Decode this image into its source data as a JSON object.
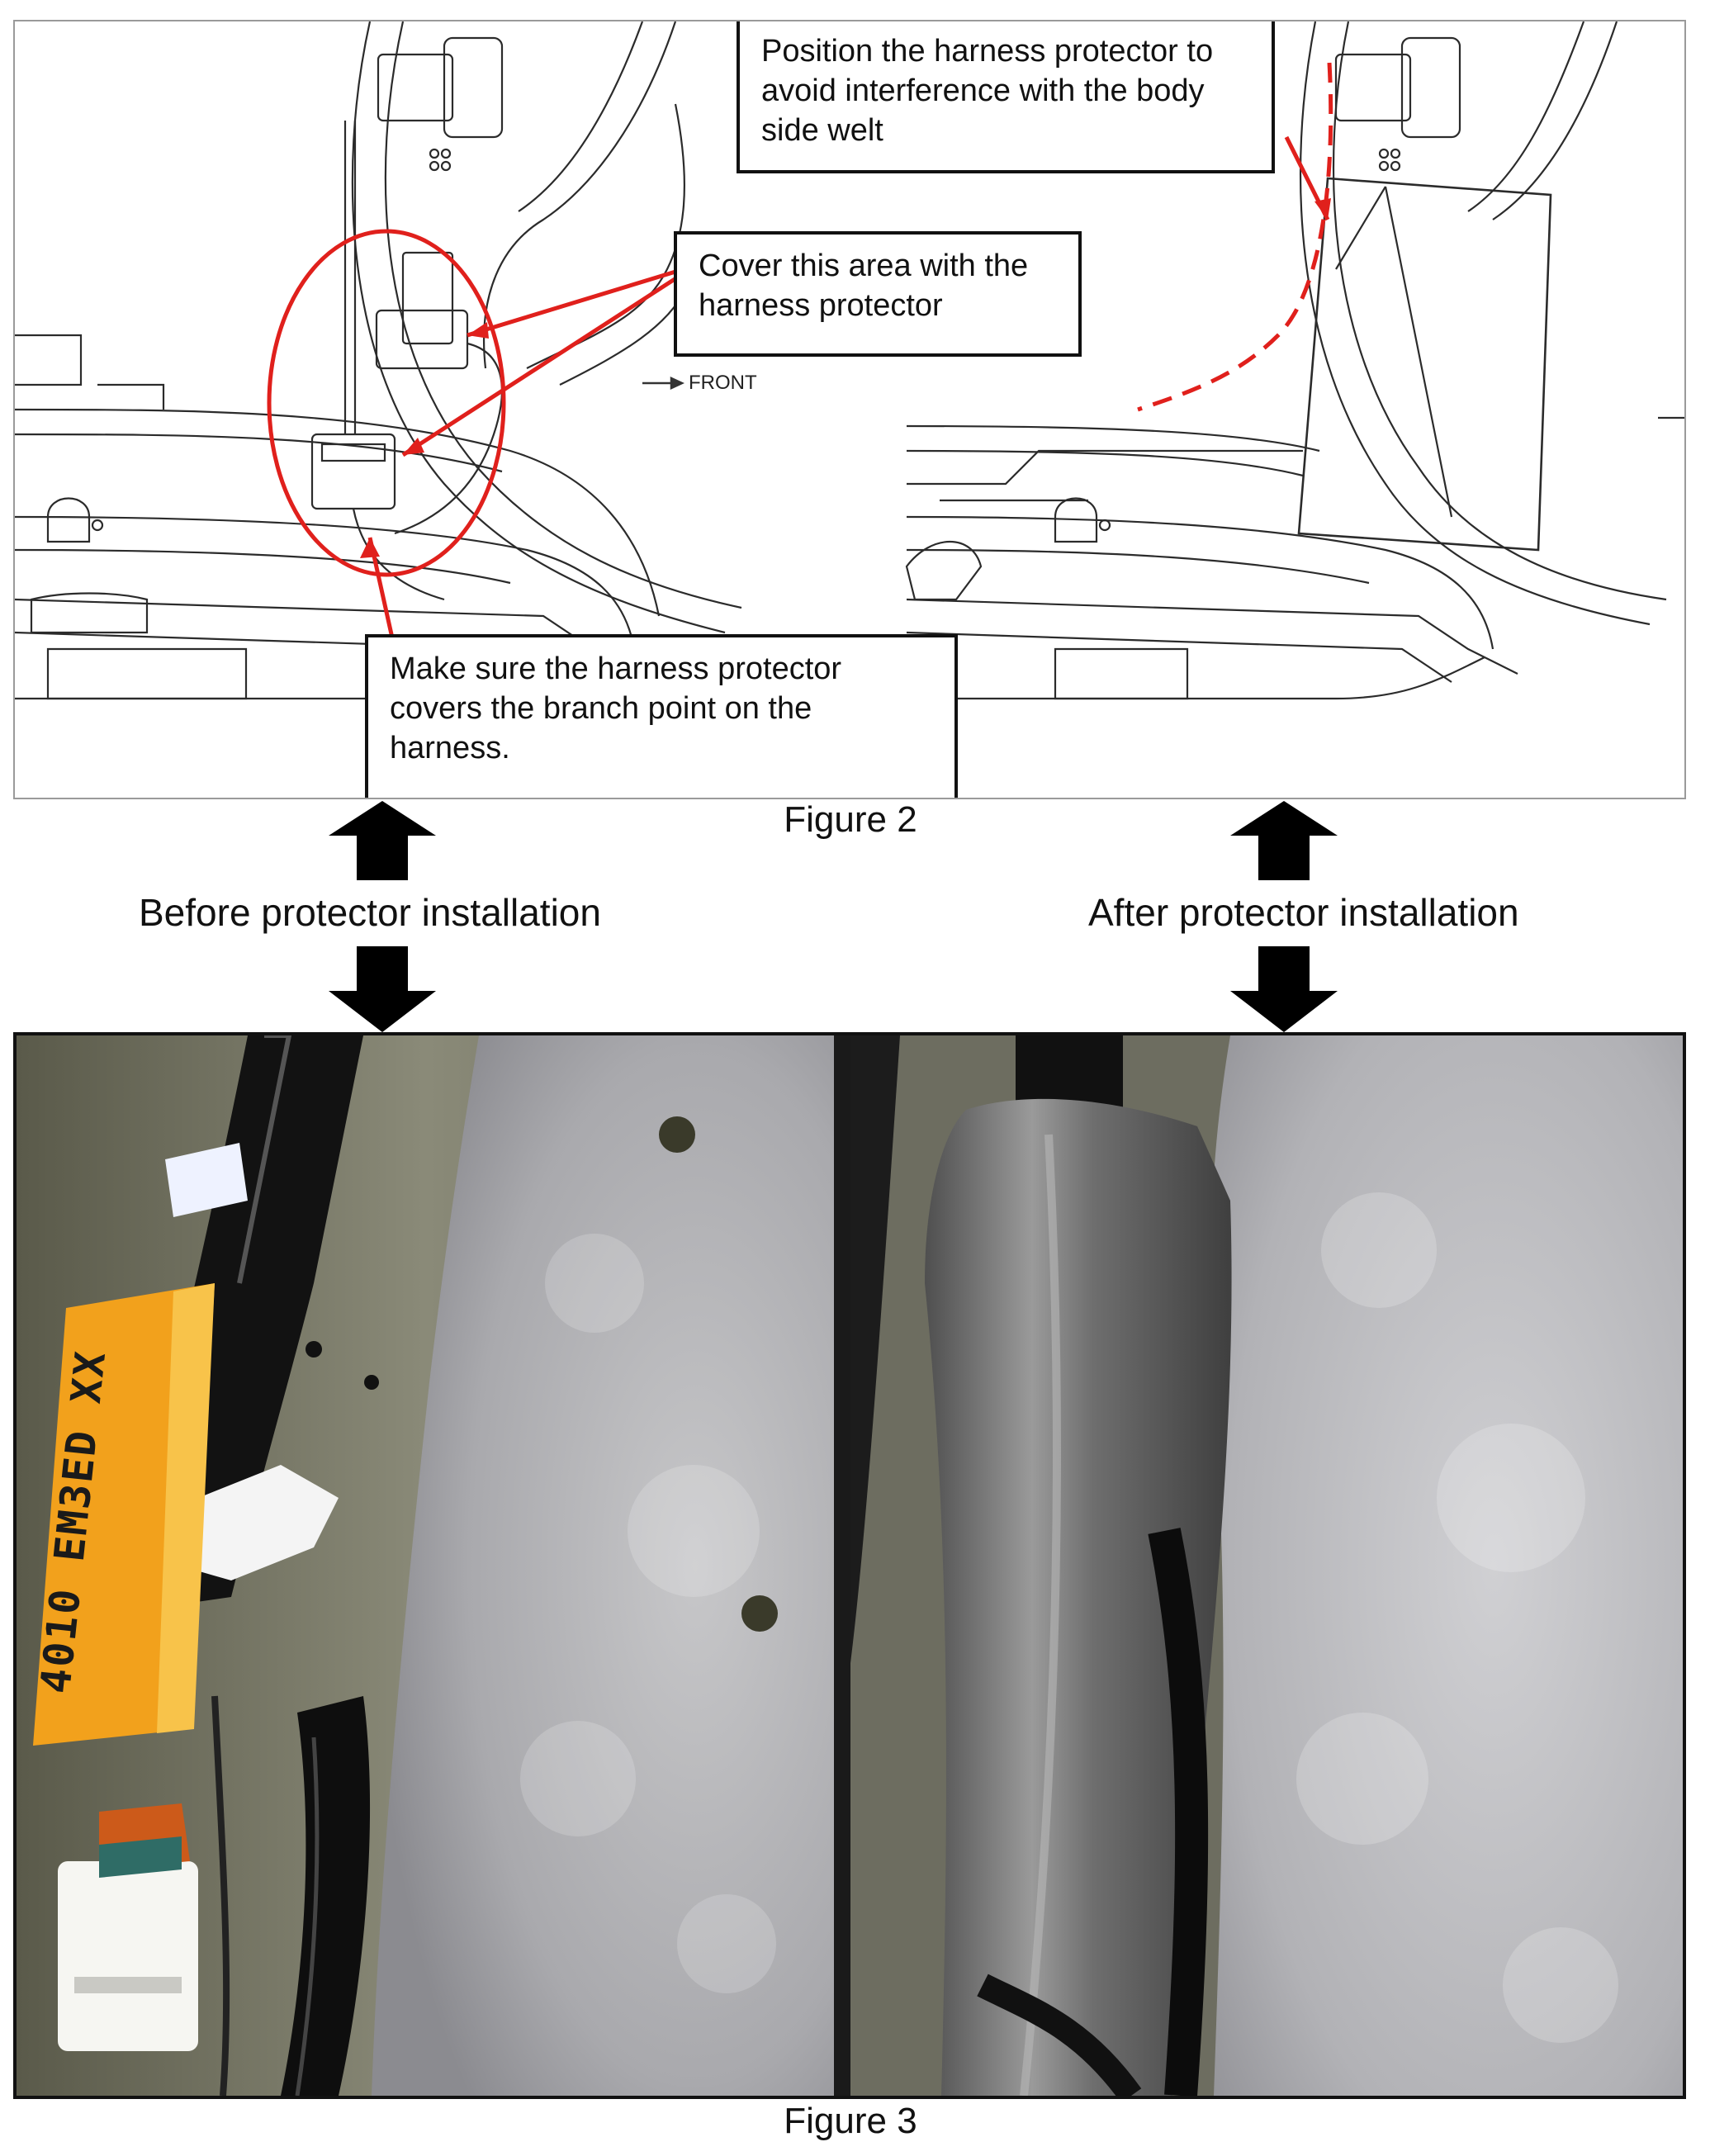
{
  "figure2": {
    "caption": "Figure 2",
    "front_label": "FRONT",
    "callouts": {
      "position": "Position the harness protector to avoid interference with the body side welt",
      "cover": "Cover this area with the harness protector",
      "branch": "Make sure the harness protector covers the branch point on the harness."
    },
    "highlight_color": "#e0201c"
  },
  "labels": {
    "before": "Before protector installation",
    "after": "After protector installation"
  },
  "figure3": {
    "caption": "Figure 3",
    "sticker_text": "4010 EM3ED XX"
  }
}
